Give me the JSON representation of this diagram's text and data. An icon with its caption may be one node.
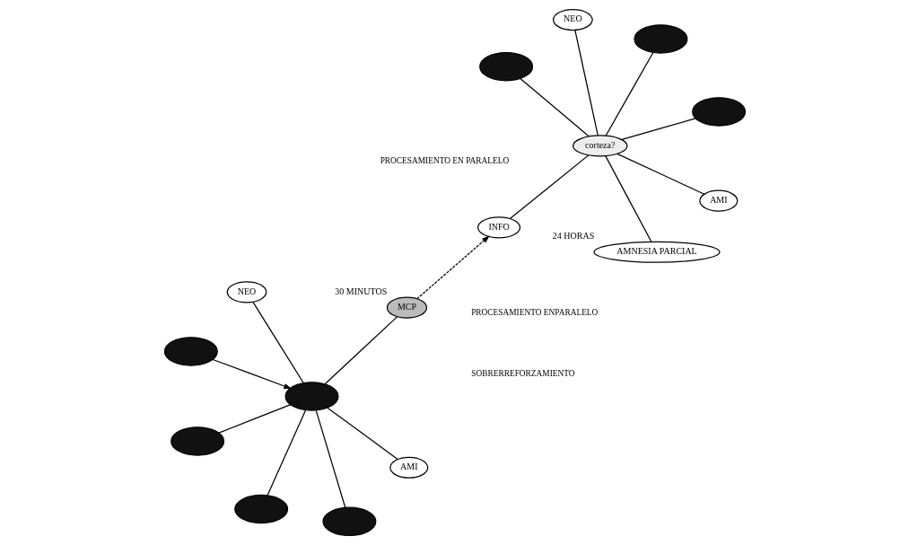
{
  "diagram": {
    "nodes": [
      {
        "text": [],
        "shape": "ellipse"
      },
      {
        "text": [
          "AMI"
        ]
      },
      {
        "text": [],
        "shape": "ellipse"
      },
      {
        "text": [
          "MCP"
        ],
        "beside": [
          "30 MINUTOS"
        ]
      },
      {
        "text": [],
        "shape": "ellipse"
      },
      {
        "text": [
          "NEO"
        ]
      },
      {
        "text": [
          "INFO"
        ]
      },
      {
        "text": [],
        "shape": "ellipse"
      },
      {
        "text": [],
        "shape": "ellipse"
      },
      {
        "text": [
          "AMI"
        ]
      },
      {
        "text": [
          "AMNESIA PARCIAL"
        ],
        "beside": [
          "24 HORAS"
        ]
      },
      {
        "text": [
          "corteza?"
        ]
      },
      {
        "text": [],
        "shape": "ellipse"
      },
      {
        "text": [
          "NEO"
        ]
      },
      {
        "text": [],
        "shape": "ellipse"
      },
      {
        "text": [],
        "shape": "ellipse"
      }
    ],
    "edges": [
      {
        "from": 0,
        "to": 4,
        "arrow": "to"
      },
      {
        "from": 4,
        "to": 1,
        "arrow": "none"
      },
      {
        "from": 4,
        "to": 2,
        "arrow": "none"
      },
      {
        "from": 3,
        "to": 4,
        "arrow": "none"
      },
      {
        "from": 4,
        "to": 5,
        "arrow": "none"
      },
      {
        "from": 4,
        "to": 7,
        "arrow": "none"
      },
      {
        "from": 4,
        "to": 8,
        "arrow": "none"
      },
      {
        "from": 3,
        "to": 6,
        "arrow": "to",
        "style": "dashed"
      },
      {
        "from": 6,
        "to": 11,
        "arrow": "none"
      },
      {
        "from": 11,
        "to": 9,
        "arrow": "none"
      },
      {
        "from": 11,
        "to": 12,
        "arrow": "none"
      },
      {
        "from": 10,
        "to": 11,
        "arrow": "none"
      },
      {
        "from": 11,
        "to": 13,
        "arrow": "none"
      },
      {
        "from": 11,
        "to": 14,
        "arrow": "none"
      },
      {
        "from": 11,
        "to": 15,
        "arrow": "none"
      }
    ],
    "labels": [
      "SOBRERREFORZAMIENTO",
      "PROCESAMIENTO ENPARALELO",
      "PROCESAMIENTO EN PARALELO"
    ]
  }
}
